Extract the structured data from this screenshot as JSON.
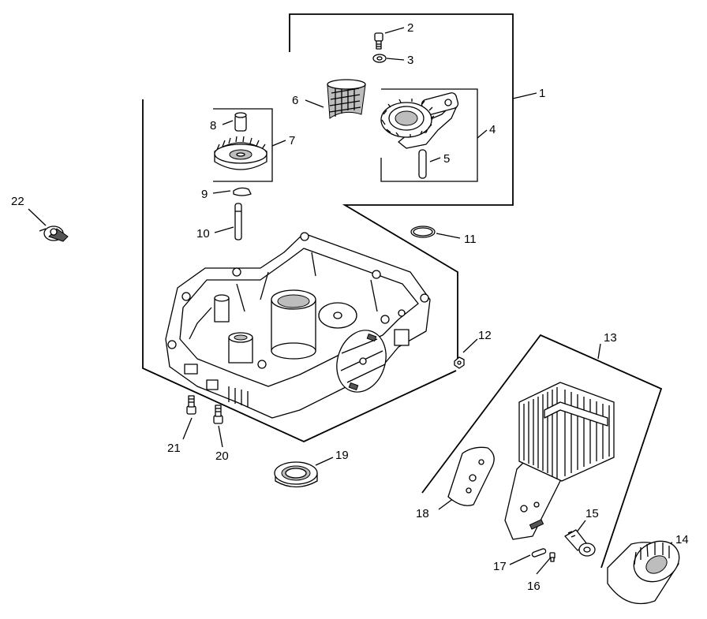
{
  "labels": {
    "p1": "1",
    "p2": "2",
    "p3": "3",
    "p4": "4",
    "p5": "5",
    "p6": "6",
    "p7": "7",
    "p8": "8",
    "p9": "9",
    "p10": "10",
    "p11": "11",
    "p12": "12",
    "p13": "13",
    "p14": "14",
    "p15": "15",
    "p16": "16",
    "p17": "17",
    "p18": "18",
    "p19": "19",
    "p20": "20",
    "p21": "21",
    "p22": "22"
  }
}
